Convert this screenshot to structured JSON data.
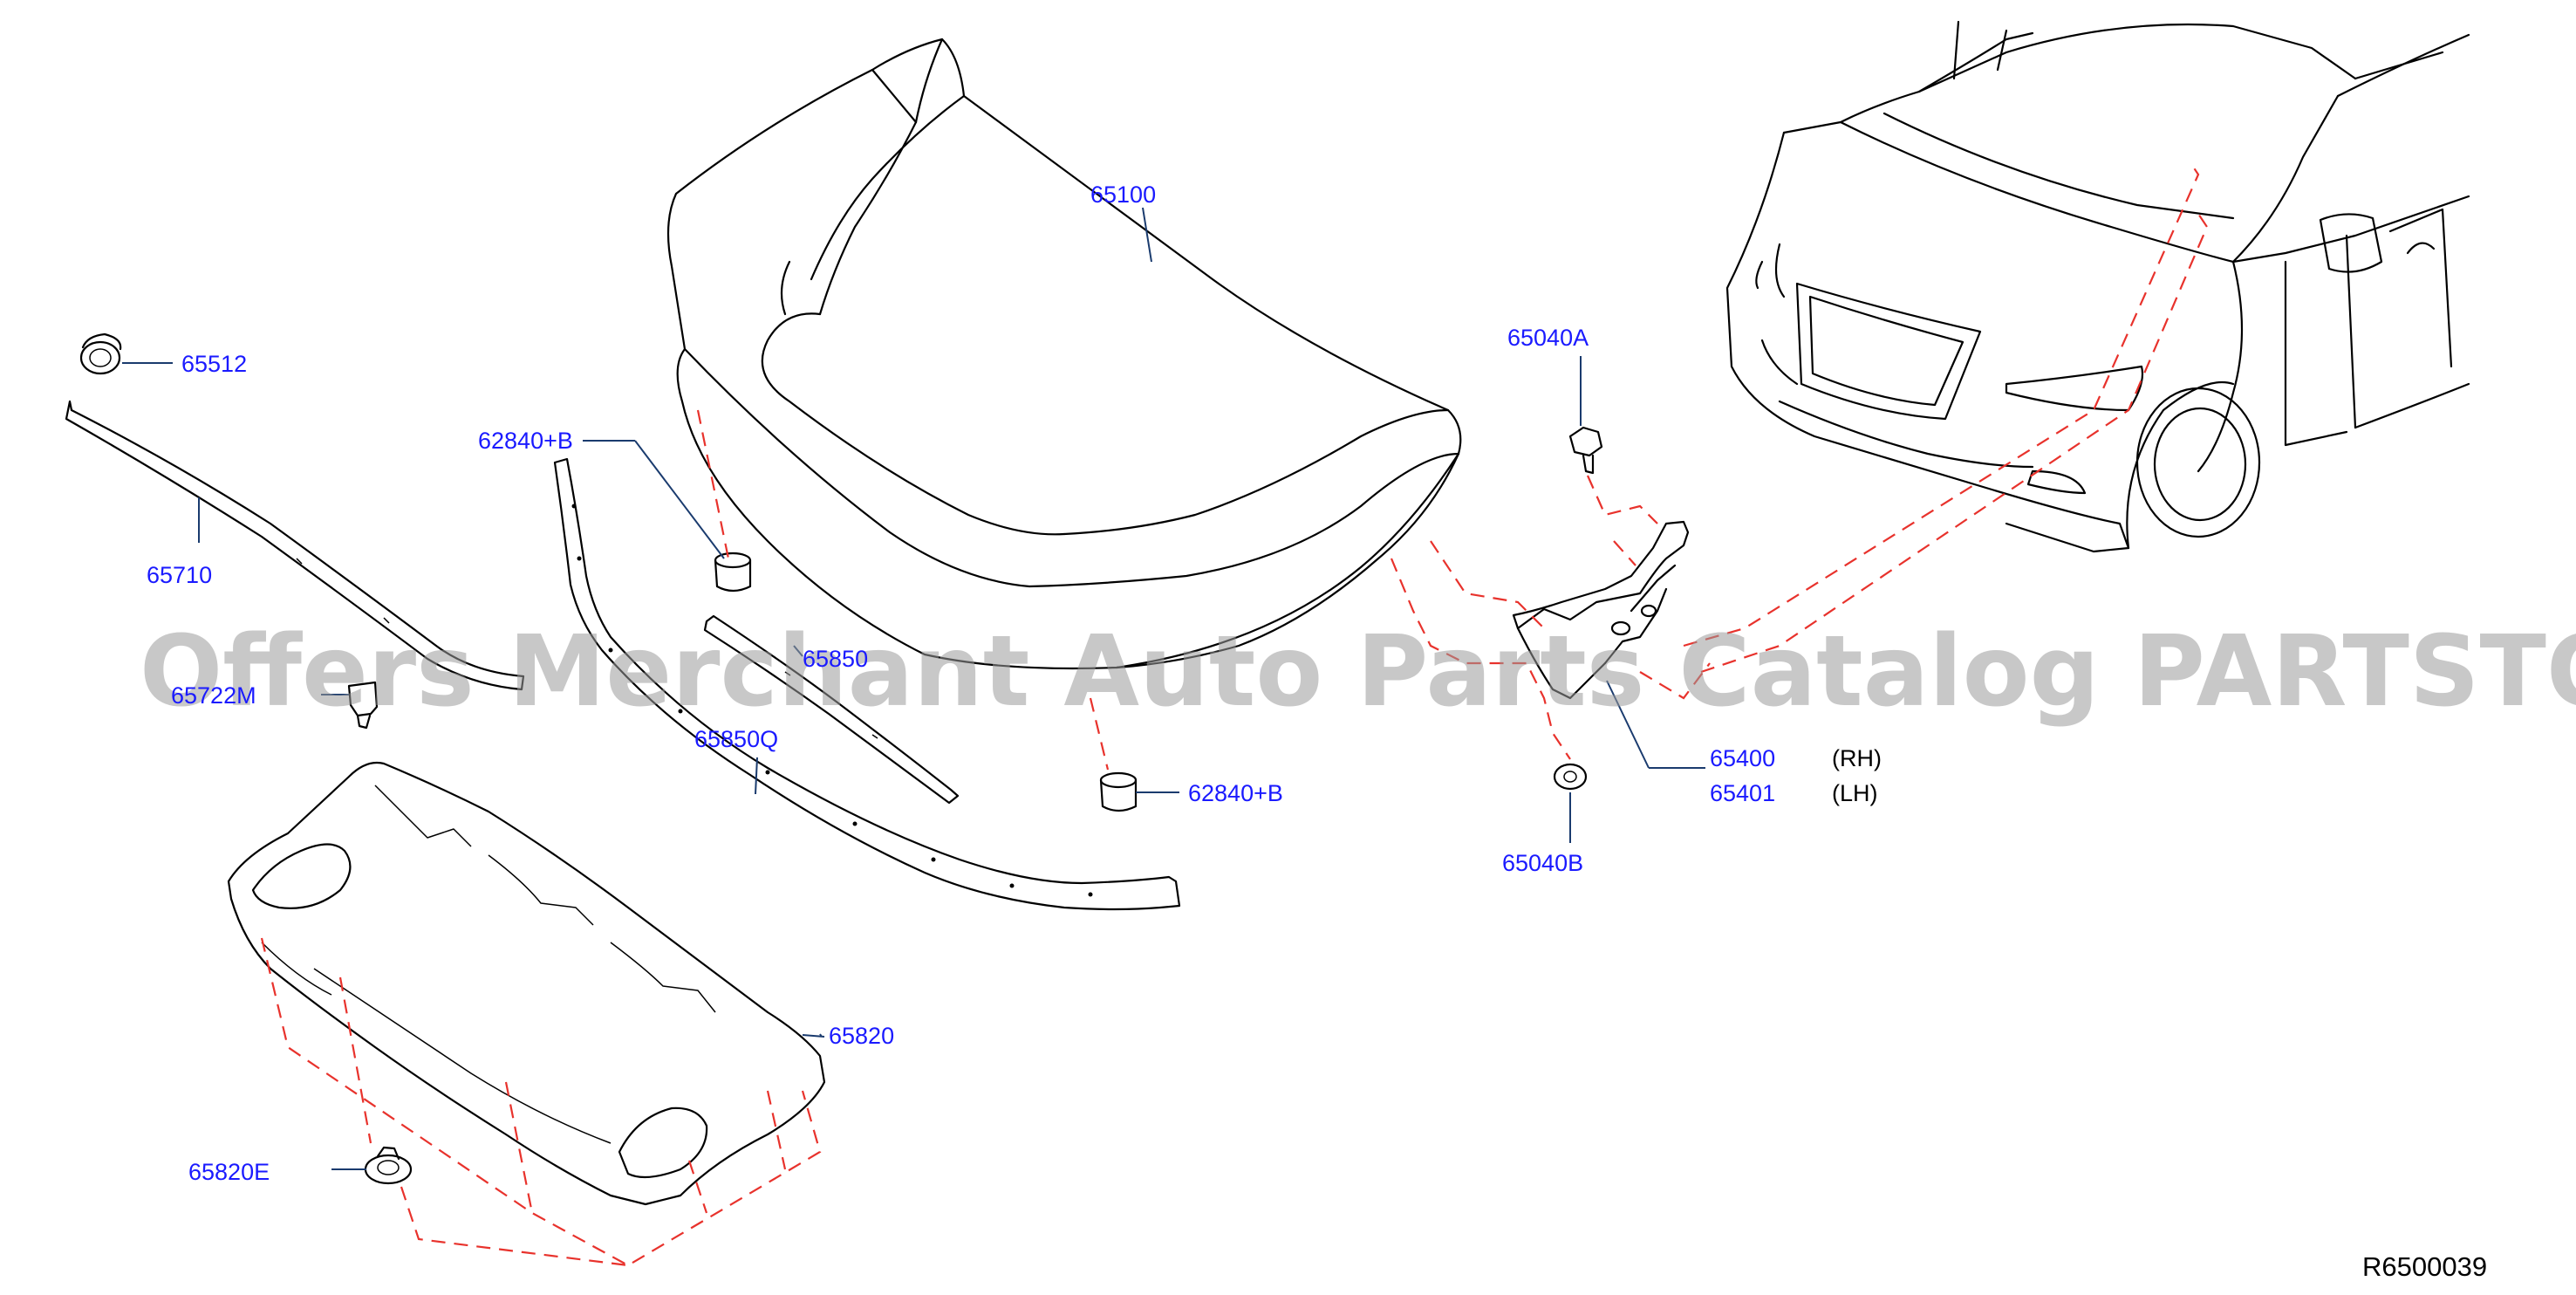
{
  "diagram": {
    "reference_code": "R6500039",
    "watermark": "Offers Merchant Auto Parts Catalog PARTSTORE.SA",
    "colors": {
      "label": "#1a1aff",
      "line": "#000000",
      "dashed": "#e8322c",
      "watermark": "#9a9a9a"
    },
    "labels": {
      "hood": "65100",
      "grommet": "65512",
      "hood_seal": "65710",
      "clip": "65722M",
      "bumper_upper": "62840+B",
      "bumper_lower": "62840+B",
      "seal_front": "65850",
      "seal_q": "65850Q",
      "insulator": "65820",
      "insulator_clip": "65820E",
      "bolt_a": "65040A",
      "bolt_b": "65040B",
      "hinge_rh": "65400",
      "hinge_lh": "65401",
      "rh": "(RH)",
      "lh": "(LH)"
    }
  }
}
